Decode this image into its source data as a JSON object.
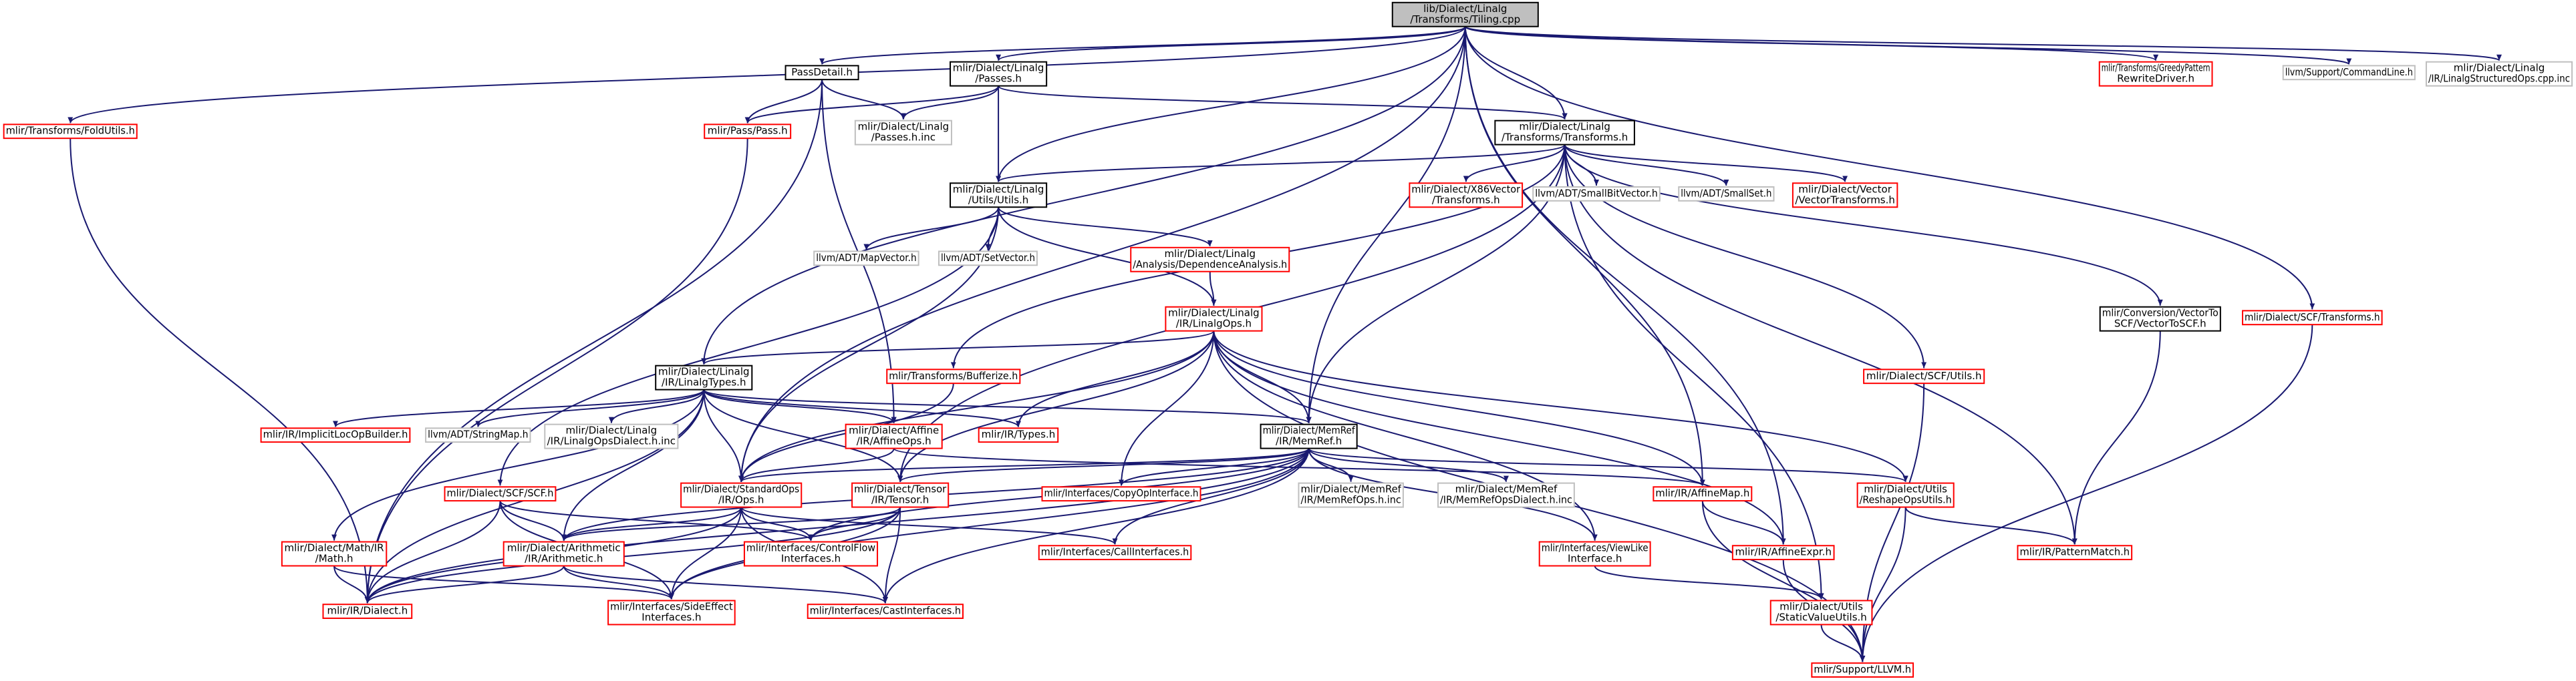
{
  "colors": {
    "root_fill": "#bfbfbf",
    "root_stroke": "#000000",
    "normal_stroke": "#000000",
    "red_stroke": "#ff0000",
    "gray_stroke": "#bfbfbf",
    "edge": "#191970",
    "text": "#000000"
  },
  "nodes": [
    {
      "id": "root",
      "lines": [
        "lib/Dialect/Linalg",
        "/Transforms/Tiling.cpp"
      ],
      "style": "root"
    },
    {
      "id": "n_foldutils",
      "lines": [
        "mlir/Transforms/FoldUtils.h"
      ],
      "style": "red"
    },
    {
      "id": "n_passdetail",
      "lines": [
        "PassDetail.h"
      ],
      "style": "normal"
    },
    {
      "id": "n_linalgpasses",
      "lines": [
        "mlir/Dialect/Linalg",
        "/Passes.h"
      ],
      "style": "normal"
    },
    {
      "id": "n_greedy",
      "lines": [
        "mlir/Transforms/GreedyPattern",
        "RewriteDriver.h"
      ],
      "style": "red"
    },
    {
      "id": "n_cmdline",
      "lines": [
        "llvm/Support/CommandLine.h"
      ],
      "style": "gray"
    },
    {
      "id": "n_structuredops",
      "lines": [
        "mlir/Dialect/Linalg",
        "/IR/LinalgStructuredOps.cpp.inc"
      ],
      "style": "gray"
    },
    {
      "id": "n_passpass",
      "lines": [
        "mlir/Pass/Pass.h"
      ],
      "style": "red"
    },
    {
      "id": "n_passesinc",
      "lines": [
        "mlir/Dialect/Linalg",
        "/Passes.h.inc"
      ],
      "style": "gray"
    },
    {
      "id": "n_transforms",
      "lines": [
        "mlir/Dialect/Linalg",
        "/Transforms/Transforms.h"
      ],
      "style": "normal"
    },
    {
      "id": "n_utils",
      "lines": [
        "mlir/Dialect/Linalg",
        "/Utils/Utils.h"
      ],
      "style": "normal"
    },
    {
      "id": "n_x86",
      "lines": [
        "mlir/Dialect/X86Vector",
        "/Transforms.h"
      ],
      "style": "red"
    },
    {
      "id": "n_smallbitvector",
      "lines": [
        "llvm/ADT/SmallBitVector.h"
      ],
      "style": "gray"
    },
    {
      "id": "n_smallset",
      "lines": [
        "llvm/ADT/SmallSet.h"
      ],
      "style": "gray"
    },
    {
      "id": "n_vectortransforms",
      "lines": [
        "mlir/Dialect/Vector",
        "/VectorTransforms.h"
      ],
      "style": "red"
    },
    {
      "id": "n_mapvector",
      "lines": [
        "llvm/ADT/MapVector.h"
      ],
      "style": "gray"
    },
    {
      "id": "n_setvector",
      "lines": [
        "llvm/ADT/SetVector.h"
      ],
      "style": "gray"
    },
    {
      "id": "n_depanalysis",
      "lines": [
        "mlir/Dialect/Linalg",
        "/Analysis/DependenceAnalysis.h"
      ],
      "style": "red"
    },
    {
      "id": "n_vectortoscf",
      "lines": [
        "mlir/Conversion/VectorTo",
        "SCF/VectorToSCF.h"
      ],
      "style": "normal"
    },
    {
      "id": "n_scftransforms",
      "lines": [
        "mlir/Dialect/SCF/Transforms.h"
      ],
      "style": "red"
    },
    {
      "id": "n_linalgops",
      "lines": [
        "mlir/Dialect/Linalg",
        "/IR/LinalgOps.h"
      ],
      "style": "red"
    },
    {
      "id": "n_bufferize",
      "lines": [
        "mlir/Transforms/Bufferize.h"
      ],
      "style": "red"
    },
    {
      "id": "n_scfutils",
      "lines": [
        "mlir/Dialect/SCF/Utils.h"
      ],
      "style": "red"
    },
    {
      "id": "n_linalgtypes",
      "lines": [
        "mlir/Dialect/Linalg",
        "/IR/LinalgTypes.h"
      ],
      "style": "normal"
    },
    {
      "id": "n_implicitloc",
      "lines": [
        "mlir/IR/ImplicitLocOpBuilder.h"
      ],
      "style": "red"
    },
    {
      "id": "n_stringmap",
      "lines": [
        "llvm/ADT/StringMap.h"
      ],
      "style": "gray"
    },
    {
      "id": "n_linalgopsdialect",
      "lines": [
        "mlir/Dialect/Linalg",
        "/IR/LinalgOpsDialect.h.inc"
      ],
      "style": "gray"
    },
    {
      "id": "n_affineops",
      "lines": [
        "mlir/Dialect/Affine",
        "/IR/AffineOps.h"
      ],
      "style": "red"
    },
    {
      "id": "n_irtypes",
      "lines": [
        "mlir/IR/Types.h"
      ],
      "style": "red"
    },
    {
      "id": "n_memref",
      "lines": [
        "mlir/Dialect/MemRef",
        "/IR/MemRef.h"
      ],
      "style": "normal"
    },
    {
      "id": "n_scfscf",
      "lines": [
        "mlir/Dialect/SCF/SCF.h"
      ],
      "style": "red"
    },
    {
      "id": "n_stdops",
      "lines": [
        "mlir/Dialect/StandardOps",
        "/IR/Ops.h"
      ],
      "style": "red"
    },
    {
      "id": "n_tensor",
      "lines": [
        "mlir/Dialect/Tensor",
        "/IR/Tensor.h"
      ],
      "style": "red"
    },
    {
      "id": "n_copyop",
      "lines": [
        "mlir/Interfaces/CopyOpInterface.h"
      ],
      "style": "red"
    },
    {
      "id": "n_memrefopsinc",
      "lines": [
        "mlir/Dialect/MemRef",
        "/IR/MemRefOps.h.inc"
      ],
      "style": "gray"
    },
    {
      "id": "n_memrefdialectinc",
      "lines": [
        "mlir/Dialect/MemRef",
        "/IR/MemRefOpsDialect.h.inc"
      ],
      "style": "gray"
    },
    {
      "id": "n_affinemap",
      "lines": [
        "mlir/IR/AffineMap.h"
      ],
      "style": "red"
    },
    {
      "id": "n_reshapeutils",
      "lines": [
        "mlir/Dialect/Utils",
        "/ReshapeOpsUtils.h"
      ],
      "style": "red"
    },
    {
      "id": "n_math",
      "lines": [
        "mlir/Dialect/Math/IR",
        "/Math.h"
      ],
      "style": "red"
    },
    {
      "id": "n_arith",
      "lines": [
        "mlir/Dialect/Arithmetic",
        "/IR/Arithmetic.h"
      ],
      "style": "red"
    },
    {
      "id": "n_controlflow",
      "lines": [
        "mlir/Interfaces/ControlFlow",
        "Interfaces.h"
      ],
      "style": "red"
    },
    {
      "id": "n_callif",
      "lines": [
        "mlir/Interfaces/CallInterfaces.h"
      ],
      "style": "red"
    },
    {
      "id": "n_viewlike",
      "lines": [
        "mlir/Interfaces/ViewLike",
        "Interface.h"
      ],
      "style": "red"
    },
    {
      "id": "n_affineexpr",
      "lines": [
        "mlir/IR/AffineExpr.h"
      ],
      "style": "red"
    },
    {
      "id": "n_patternmatch",
      "lines": [
        "mlir/IR/PatternMatch.h"
      ],
      "style": "red"
    },
    {
      "id": "n_irdialect",
      "lines": [
        "mlir/IR/Dialect.h"
      ],
      "style": "red"
    },
    {
      "id": "n_sideeffect",
      "lines": [
        "mlir/Interfaces/SideEffect",
        "Interfaces.h"
      ],
      "style": "red"
    },
    {
      "id": "n_castif",
      "lines": [
        "mlir/Interfaces/CastInterfaces.h"
      ],
      "style": "red"
    },
    {
      "id": "n_staticvalue",
      "lines": [
        "mlir/Dialect/Utils",
        "/StaticValueUtils.h"
      ],
      "style": "red"
    },
    {
      "id": "n_llvmh",
      "lines": [
        "mlir/Support/LLVM.h"
      ],
      "style": "red"
    }
  ],
  "edges": [
    [
      "root",
      "n_foldutils"
    ],
    [
      "root",
      "n_passdetail"
    ],
    [
      "root",
      "n_linalgpasses"
    ],
    [
      "root",
      "n_greedy"
    ],
    [
      "root",
      "n_cmdline"
    ],
    [
      "root",
      "n_structuredops"
    ],
    [
      "root",
      "n_transforms"
    ],
    [
      "root",
      "n_utils"
    ],
    [
      "root",
      "n_linalgtypes"
    ],
    [
      "root",
      "n_memref"
    ],
    [
      "root",
      "n_stdops"
    ],
    [
      "root",
      "n_scftransforms"
    ],
    [
      "root",
      "n_affinemap"
    ],
    [
      "root",
      "n_affineexpr"
    ],
    [
      "n_foldutils",
      "n_irdialect"
    ],
    [
      "n_passdetail",
      "n_passpass"
    ],
    [
      "n_passdetail",
      "n_passesinc"
    ],
    [
      "n_passdetail",
      "n_affineops"
    ],
    [
      "n_passdetail",
      "n_irdialect"
    ],
    [
      "n_linalgpasses",
      "n_passpass"
    ],
    [
      "n_linalgpasses",
      "n_passesinc"
    ],
    [
      "n_linalgpasses",
      "n_transforms"
    ],
    [
      "n_linalgpasses",
      "n_utils"
    ],
    [
      "n_passpass",
      "n_irdialect"
    ],
    [
      "n_transforms",
      "n_utils"
    ],
    [
      "n_transforms",
      "n_x86"
    ],
    [
      "n_transforms",
      "n_smallbitvector"
    ],
    [
      "n_transforms",
      "n_smallset"
    ],
    [
      "n_transforms",
      "n_vectortransforms"
    ],
    [
      "n_transforms",
      "n_vectortoscf"
    ],
    [
      "n_transforms",
      "n_scfutils"
    ],
    [
      "n_transforms",
      "n_bufferize"
    ],
    [
      "n_transforms",
      "n_memref"
    ],
    [
      "n_transforms",
      "n_patternmatch"
    ],
    [
      "n_transforms",
      "n_staticvalue"
    ],
    [
      "n_transforms",
      "n_tensor"
    ],
    [
      "n_utils",
      "n_mapvector"
    ],
    [
      "n_utils",
      "n_setvector"
    ],
    [
      "n_utils",
      "n_depanalysis"
    ],
    [
      "n_utils",
      "n_linalgops"
    ],
    [
      "n_utils",
      "n_stdops"
    ],
    [
      "n_utils",
      "n_scfscf"
    ],
    [
      "n_depanalysis",
      "n_linalgops"
    ],
    [
      "n_vectortoscf",
      "n_patternmatch"
    ],
    [
      "n_scftransforms",
      "n_llvmh"
    ],
    [
      "n_linalgops",
      "n_linalgtypes"
    ],
    [
      "n_linalgops",
      "n_memref"
    ],
    [
      "n_linalgops",
      "n_irtypes"
    ],
    [
      "n_linalgops",
      "n_tensor"
    ],
    [
      "n_linalgops",
      "n_copyop"
    ],
    [
      "n_linalgops",
      "n_affinemap"
    ],
    [
      "n_linalgops",
      "n_reshapeutils"
    ],
    [
      "n_linalgops",
      "n_viewlike"
    ],
    [
      "n_linalgops",
      "n_affineexpr"
    ],
    [
      "n_linalgops",
      "n_stdops"
    ],
    [
      "n_linalgops",
      "n_llvmh"
    ],
    [
      "n_bufferize",
      "n_stdops"
    ],
    [
      "n_scfutils",
      "n_llvmh"
    ],
    [
      "n_linalgtypes",
      "n_implicitloc"
    ],
    [
      "n_linalgtypes",
      "n_stringmap"
    ],
    [
      "n_linalgtypes",
      "n_linalgopsdialect"
    ],
    [
      "n_linalgtypes",
      "n_affineops"
    ],
    [
      "n_linalgtypes",
      "n_irtypes"
    ],
    [
      "n_linalgtypes",
      "n_memref"
    ],
    [
      "n_linalgtypes",
      "n_stdops"
    ],
    [
      "n_linalgtypes",
      "n_tensor"
    ],
    [
      "n_linalgtypes",
      "n_math"
    ],
    [
      "n_linalgtypes",
      "n_arith"
    ],
    [
      "n_linalgtypes",
      "n_irdialect"
    ],
    [
      "n_affineops",
      "n_stdops"
    ],
    [
      "n_affineops",
      "n_affinemap"
    ],
    [
      "n_memref",
      "n_stdops"
    ],
    [
      "n_memref",
      "n_tensor"
    ],
    [
      "n_memref",
      "n_copyop"
    ],
    [
      "n_memref",
      "n_memrefopsinc"
    ],
    [
      "n_memref",
      "n_memrefdialectinc"
    ],
    [
      "n_memref",
      "n_reshapeutils"
    ],
    [
      "n_memref",
      "n_controlflow"
    ],
    [
      "n_memref",
      "n_callif"
    ],
    [
      "n_memref",
      "n_viewlike"
    ],
    [
      "n_memref",
      "n_sideeffect"
    ],
    [
      "n_memref",
      "n_castif"
    ],
    [
      "n_memref",
      "n_arith"
    ],
    [
      "n_memref",
      "n_irdialect"
    ],
    [
      "n_scfscf",
      "n_arith"
    ],
    [
      "n_scfscf",
      "n_controlflow"
    ],
    [
      "n_scfscf",
      "n_irdialect"
    ],
    [
      "n_scfscf",
      "n_sideeffect"
    ],
    [
      "n_stdops",
      "n_arith"
    ],
    [
      "n_stdops",
      "n_controlflow"
    ],
    [
      "n_stdops",
      "n_callif"
    ],
    [
      "n_stdops",
      "n_sideeffect"
    ],
    [
      "n_stdops",
      "n_castif"
    ],
    [
      "n_stdops",
      "n_irdialect"
    ],
    [
      "n_tensor",
      "n_arith"
    ],
    [
      "n_tensor",
      "n_controlflow"
    ],
    [
      "n_tensor",
      "n_sideeffect"
    ],
    [
      "n_tensor",
      "n_castif"
    ],
    [
      "n_tensor",
      "n_irdialect"
    ],
    [
      "n_affinemap",
      "n_affineexpr"
    ],
    [
      "n_affinemap",
      "n_llvmh"
    ],
    [
      "n_reshapeutils",
      "n_patternmatch"
    ],
    [
      "n_reshapeutils",
      "n_llvmh"
    ],
    [
      "n_math",
      "n_irdialect"
    ],
    [
      "n_math",
      "n_sideeffect"
    ],
    [
      "n_arith",
      "n_irdialect"
    ],
    [
      "n_arith",
      "n_sideeffect"
    ],
    [
      "n_arith",
      "n_castif"
    ],
    [
      "n_viewlike",
      "n_staticvalue"
    ],
    [
      "n_affineexpr",
      "n_llvmh"
    ],
    [
      "n_staticvalue",
      "n_llvmh"
    ]
  ]
}
